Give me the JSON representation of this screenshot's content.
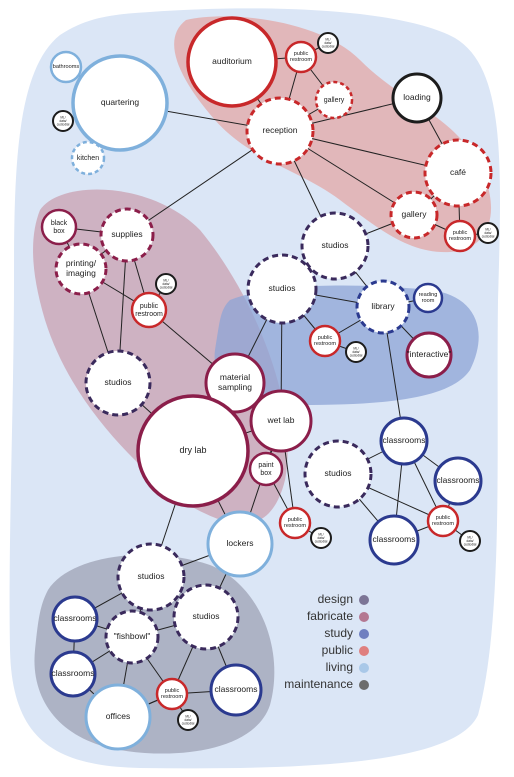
{
  "colors": {
    "background": "#dbe6f6",
    "edge": "#222222",
    "design": "#3a2a5c",
    "fabricate": "#8b1e4a",
    "study": "#2b3a8f",
    "public": "#c8282a",
    "living": "#7fb0dc",
    "maintenance": "#1c1c1c",
    "zone_public": "#e3a7a6",
    "zone_fabricate": "#c9a0b0",
    "zone_study": "#8ea4d6",
    "zone_maintenance": "#9ea2b4"
  },
  "legend": [
    {
      "label": "design",
      "color": "#7c7596"
    },
    {
      "label": "fabricate",
      "color": "#b47892"
    },
    {
      "label": "study",
      "color": "#6f7fc0"
    },
    {
      "label": "public",
      "color": "#df7f7f"
    },
    {
      "label": "living",
      "color": "#a9c8e8"
    },
    {
      "label": "maintenance",
      "color": "#6c6c6c"
    }
  ],
  "nodes": [
    {
      "id": "auditorium",
      "label": "auditorium",
      "category": "public",
      "style": "solid"
    },
    {
      "id": "pr_top",
      "label": "public restroom",
      "category": "public",
      "style": "solid"
    },
    {
      "id": "mdc_top",
      "label": "ML/ data/ custodial",
      "category": "maintenance",
      "style": "solid"
    },
    {
      "id": "gallery1",
      "label": "gallery",
      "category": "public",
      "style": "dashed"
    },
    {
      "id": "reception",
      "label": "reception",
      "category": "public",
      "style": "dashed"
    },
    {
      "id": "loading",
      "label": "loading",
      "category": "maintenance",
      "style": "solid"
    },
    {
      "id": "cafe",
      "label": "café",
      "category": "public",
      "style": "dashed"
    },
    {
      "id": "gallery2",
      "label": "gallery",
      "category": "public",
      "style": "dashed"
    },
    {
      "id": "pr_cafe",
      "label": "public restroom",
      "category": "public",
      "style": "solid"
    },
    {
      "id": "mdc_cafe",
      "label": "ML/ data/ custodial",
      "category": "maintenance",
      "style": "solid"
    },
    {
      "id": "bathrooms",
      "label": "bathrooms",
      "category": "living",
      "style": "solid"
    },
    {
      "id": "quartering",
      "label": "quartering",
      "category": "living",
      "style": "solid"
    },
    {
      "id": "mdc_q",
      "label": "ML/ data/ custodial",
      "category": "maintenance",
      "style": "solid"
    },
    {
      "id": "kitchen",
      "label": "kitchen",
      "category": "living",
      "style": "dashed"
    },
    {
      "id": "blackbox",
      "label": "black box",
      "category": "fabricate",
      "style": "solid"
    },
    {
      "id": "supplies",
      "label": "supplies",
      "category": "fabricate",
      "style": "dashed"
    },
    {
      "id": "printing",
      "label": "printing/ imaging",
      "category": "fabricate",
      "style": "dashed"
    },
    {
      "id": "mdc_fab",
      "label": "ML/ data/ custodial",
      "category": "maintenance",
      "style": "solid"
    },
    {
      "id": "pr_fab",
      "label": "public restroom",
      "category": "public",
      "style": "solid"
    },
    {
      "id": "studios_top",
      "label": "studios",
      "category": "design",
      "style": "dashed"
    },
    {
      "id": "studios_mid",
      "label": "studios",
      "category": "design",
      "style": "dashed"
    },
    {
      "id": "library",
      "label": "library",
      "category": "study",
      "style": "dashed"
    },
    {
      "id": "reading",
      "label": "reading room",
      "category": "study",
      "style": "solid"
    },
    {
      "id": "pr_lib",
      "label": "public restroom",
      "category": "public",
      "style": "solid"
    },
    {
      "id": "mdc_lib",
      "label": "ML/ data/ custodial",
      "category": "maintenance",
      "style": "solid"
    },
    {
      "id": "interactive",
      "label": "\"interactive\"",
      "category": "fabricate",
      "style": "solid"
    },
    {
      "id": "studios_left",
      "label": "studios",
      "category": "design",
      "style": "dashed"
    },
    {
      "id": "material",
      "label": "material sampling",
      "category": "fabricate",
      "style": "solid"
    },
    {
      "id": "drylab",
      "label": "dry lab",
      "category": "fabricate",
      "style": "solid"
    },
    {
      "id": "wetlab",
      "label": "wet lab",
      "category": "fabricate",
      "style": "solid"
    },
    {
      "id": "paintbox",
      "label": "paint box",
      "category": "fabricate",
      "style": "solid"
    },
    {
      "id": "studios_c",
      "label": "studios",
      "category": "design",
      "style": "dashed"
    },
    {
      "id": "classrooms_r1",
      "label": "classrooms",
      "category": "study",
      "style": "solid"
    },
    {
      "id": "classrooms_r2",
      "label": "classrooms",
      "category": "study",
      "style": "solid"
    },
    {
      "id": "classrooms_r3",
      "label": "classrooms",
      "category": "study",
      "style": "solid"
    },
    {
      "id": "pr_r",
      "label": "public restroom",
      "category": "public",
      "style": "solid"
    },
    {
      "id": "mdc_r",
      "label": "ML/ data/ custodial",
      "category": "maintenance",
      "style": "solid"
    },
    {
      "id": "pr_mid",
      "label": "public restroom",
      "category": "public",
      "style": "solid"
    },
    {
      "id": "mdc_mid",
      "label": "ML/ data/ custodial",
      "category": "maintenance",
      "style": "solid"
    },
    {
      "id": "lockers",
      "label": "lockers",
      "category": "living",
      "style": "solid"
    },
    {
      "id": "studios_bl",
      "label": "studios",
      "category": "design",
      "style": "dashed"
    },
    {
      "id": "studios_br",
      "label": "studios",
      "category": "design",
      "style": "dashed"
    },
    {
      "id": "fishbowl",
      "label": "\"fishbowl\"",
      "category": "design",
      "style": "dashed"
    },
    {
      "id": "classrooms_b1",
      "label": "classrooms",
      "category": "study",
      "style": "solid"
    },
    {
      "id": "classrooms_b2",
      "label": "classrooms",
      "category": "study",
      "style": "solid"
    },
    {
      "id": "pr_b",
      "label": "public restroom",
      "category": "public",
      "style": "solid"
    },
    {
      "id": "mdc_b",
      "label": "ML/ data/ custodial",
      "category": "maintenance",
      "style": "solid"
    },
    {
      "id": "classrooms_b3",
      "label": "classrooms",
      "category": "study",
      "style": "solid"
    },
    {
      "id": "offices",
      "label": "offices",
      "category": "living",
      "style": "solid"
    }
  ],
  "edges": [
    [
      "auditorium",
      "pr_top"
    ],
    [
      "pr_top",
      "mdc_top"
    ],
    [
      "pr_top",
      "reception"
    ],
    [
      "auditorium",
      "reception"
    ],
    [
      "pr_top",
      "gallery1"
    ],
    [
      "gallery1",
      "reception"
    ],
    [
      "reception",
      "loading"
    ],
    [
      "loading",
      "cafe"
    ],
    [
      "reception",
      "cafe"
    ],
    [
      "reception",
      "gallery2"
    ],
    [
      "cafe",
      "gallery2"
    ],
    [
      "cafe",
      "pr_cafe"
    ],
    [
      "gallery2",
      "pr_cafe"
    ],
    [
      "pr_cafe",
      "mdc_cafe"
    ],
    [
      "quartering",
      "reception"
    ],
    [
      "bathrooms",
      "quartering"
    ],
    [
      "quartering",
      "mdc_q"
    ],
    [
      "quartering",
      "kitchen"
    ],
    [
      "reception",
      "supplies"
    ],
    [
      "reception",
      "studios_top"
    ],
    [
      "studios_top",
      "gallery2"
    ],
    [
      "blackbox",
      "supplies"
    ],
    [
      "blackbox",
      "printing"
    ],
    [
      "supplies",
      "printing"
    ],
    [
      "supplies",
      "pr_fab"
    ],
    [
      "printing",
      "pr_fab"
    ],
    [
      "pr_fab",
      "mdc_fab"
    ],
    [
      "printing",
      "studios_left"
    ],
    [
      "supplies",
      "studios_left"
    ],
    [
      "pr_fab",
      "material"
    ],
    [
      "studios_top",
      "studios_mid"
    ],
    [
      "studios_top",
      "library"
    ],
    [
      "studios_mid",
      "library"
    ],
    [
      "studios_mid",
      "pr_lib"
    ],
    [
      "pr_lib",
      "mdc_lib"
    ],
    [
      "library",
      "pr_lib"
    ],
    [
      "library",
      "reading"
    ],
    [
      "library",
      "interactive"
    ],
    [
      "library",
      "classrooms_r1"
    ],
    [
      "studios_mid",
      "material"
    ],
    [
      "studios_mid",
      "wetlab"
    ],
    [
      "studios_left",
      "drylab"
    ],
    [
      "material",
      "drylab"
    ],
    [
      "material",
      "wetlab"
    ],
    [
      "wetlab",
      "drylab"
    ],
    [
      "wetlab",
      "paintbox"
    ],
    [
      "wetlab",
      "pr_mid"
    ],
    [
      "studios_c",
      "classrooms_r1"
    ],
    [
      "studios_c",
      "classrooms_r3"
    ],
    [
      "studios_c",
      "pr_r"
    ],
    [
      "classrooms_r1",
      "classrooms_r2"
    ],
    [
      "classrooms_r1",
      "pr_r"
    ],
    [
      "classrooms_r2",
      "pr_r"
    ],
    [
      "classrooms_r3",
      "pr_r"
    ],
    [
      "pr_r",
      "mdc_r"
    ],
    [
      "classrooms_r1",
      "classrooms_r3"
    ],
    [
      "paintbox",
      "pr_mid"
    ],
    [
      "pr_mid",
      "mdc_mid"
    ],
    [
      "drylab",
      "lockers"
    ],
    [
      "wetlab",
      "lockers"
    ],
    [
      "drylab",
      "studios_bl"
    ],
    [
      "lockers",
      "studios_bl"
    ],
    [
      "lockers",
      "studios_br"
    ],
    [
      "studios_bl",
      "fishbowl"
    ],
    [
      "studios_bl",
      "classrooms_b1"
    ],
    [
      "studios_br",
      "fishbowl"
    ],
    [
      "studios_br",
      "pr_b"
    ],
    [
      "studios_br",
      "classrooms_b3"
    ],
    [
      "fishbowl",
      "classrooms_b1"
    ],
    [
      "fishbowl",
      "classrooms_b2"
    ],
    [
      "fishbowl",
      "pr_b"
    ],
    [
      "fishbowl",
      "offices"
    ],
    [
      "classrooms_b1",
      "classrooms_b2"
    ],
    [
      "classrooms_b2",
      "offices"
    ],
    [
      "pr_b",
      "mdc_b"
    ],
    [
      "pr_b",
      "offices"
    ],
    [
      "pr_b",
      "classrooms_b3"
    ],
    [
      "offices",
      "pr_b"
    ]
  ]
}
